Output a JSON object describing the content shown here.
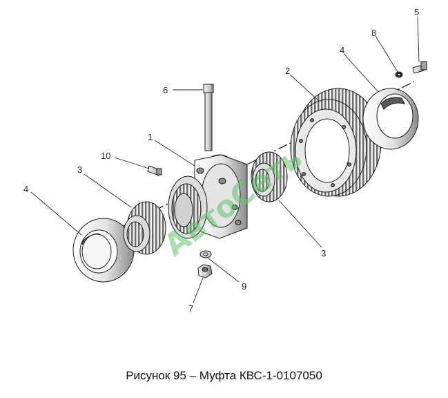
{
  "figure": {
    "caption": "Рисунок 95 – Муфта КВС-1-0107050",
    "watermark": "АвтоСеть"
  },
  "callouts": [
    {
      "id": "c1",
      "label": "1"
    },
    {
      "id": "c2",
      "label": "2"
    },
    {
      "id": "c3a",
      "label": "3"
    },
    {
      "id": "c3b",
      "label": "3"
    },
    {
      "id": "c4a",
      "label": "4"
    },
    {
      "id": "c4b",
      "label": "4"
    },
    {
      "id": "c5",
      "label": "5"
    },
    {
      "id": "c6",
      "label": "6"
    },
    {
      "id": "c7",
      "label": "7"
    },
    {
      "id": "c8",
      "label": "8"
    },
    {
      "id": "c9",
      "label": "9"
    },
    {
      "id": "c10",
      "label": "10"
    }
  ],
  "colors": {
    "line": "#1a1a1a",
    "shade_light": "#f2f2f2",
    "shade_mid": "#d4d4d4",
    "shade_dark": "#8f8f8f",
    "watermark": "#5fc46a"
  }
}
